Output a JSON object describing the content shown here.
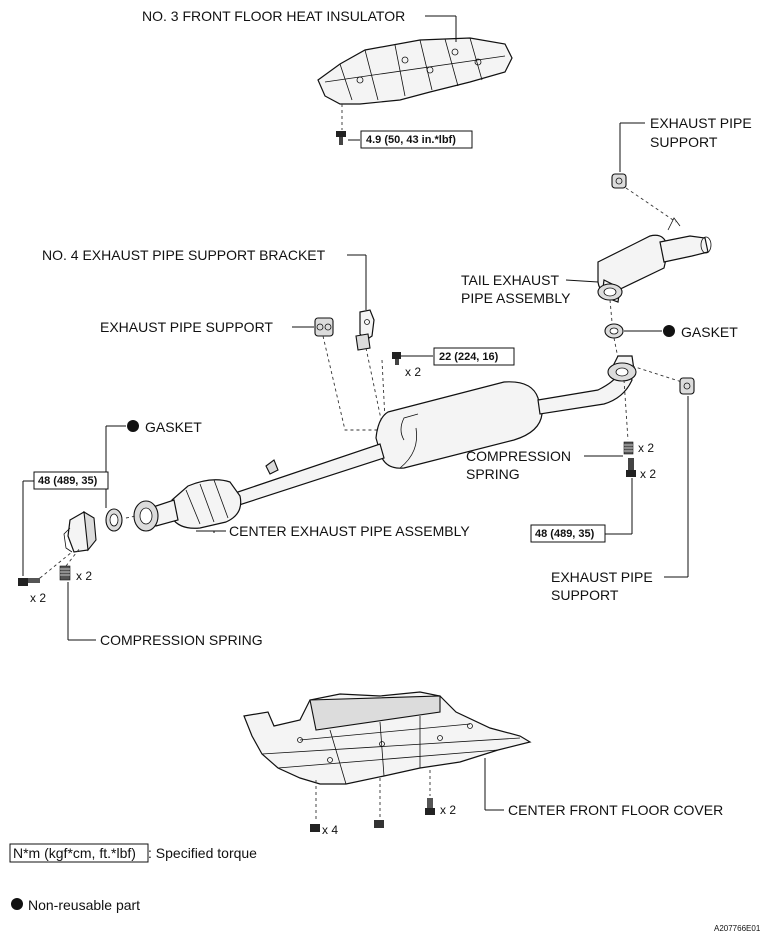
{
  "labels": {
    "no3_insulator": "NO. 3 FRONT FLOOR HEAT INSULATOR",
    "support_top_1": "EXHAUST PIPE",
    "support_top_2": "SUPPORT",
    "no4_bracket": "NO. 4 EXHAUST PIPE SUPPORT BRACKET",
    "tail_1": "TAIL EXHAUST",
    "tail_2": "PIPE ASSEMBLY",
    "support_mid": "EXHAUST PIPE SUPPORT",
    "gasket_right": "GASKET",
    "gasket_left": "GASKET",
    "comp_spring_r1": "COMPRESSION",
    "comp_spring_r2": "SPRING",
    "center_pipe": "CENTER EXHAUST PIPE ASSEMBLY",
    "support_bot_1": "EXHAUST PIPE",
    "support_bot_2": "SUPPORT",
    "comp_spring_left": "COMPRESSION SPRING",
    "center_cover": "CENTER FRONT FLOOR COVER"
  },
  "torques": {
    "insulator_bolt": "4.9 (50, 43 in.*lbf)",
    "bracket_bolt": "22 (224, 16)",
    "left_bolt": "48 (489, 35)",
    "right_bolt": "48 (489, 35)"
  },
  "quantities": {
    "bracket_bolt": "x 2",
    "spring_right": "x 2",
    "bolt_right": "x 2",
    "spring_left": "x 2",
    "bolt_left": "x 2",
    "cover_bolt_a": "x 4",
    "cover_bolt_b": "x 2"
  },
  "legend": {
    "torque_unit": "N*m (kgf*cm, ft.*lbf)",
    "torque_desc": ": Specified torque",
    "nonreusable": "Non-reusable part"
  },
  "figure_code": "A207766E01"
}
